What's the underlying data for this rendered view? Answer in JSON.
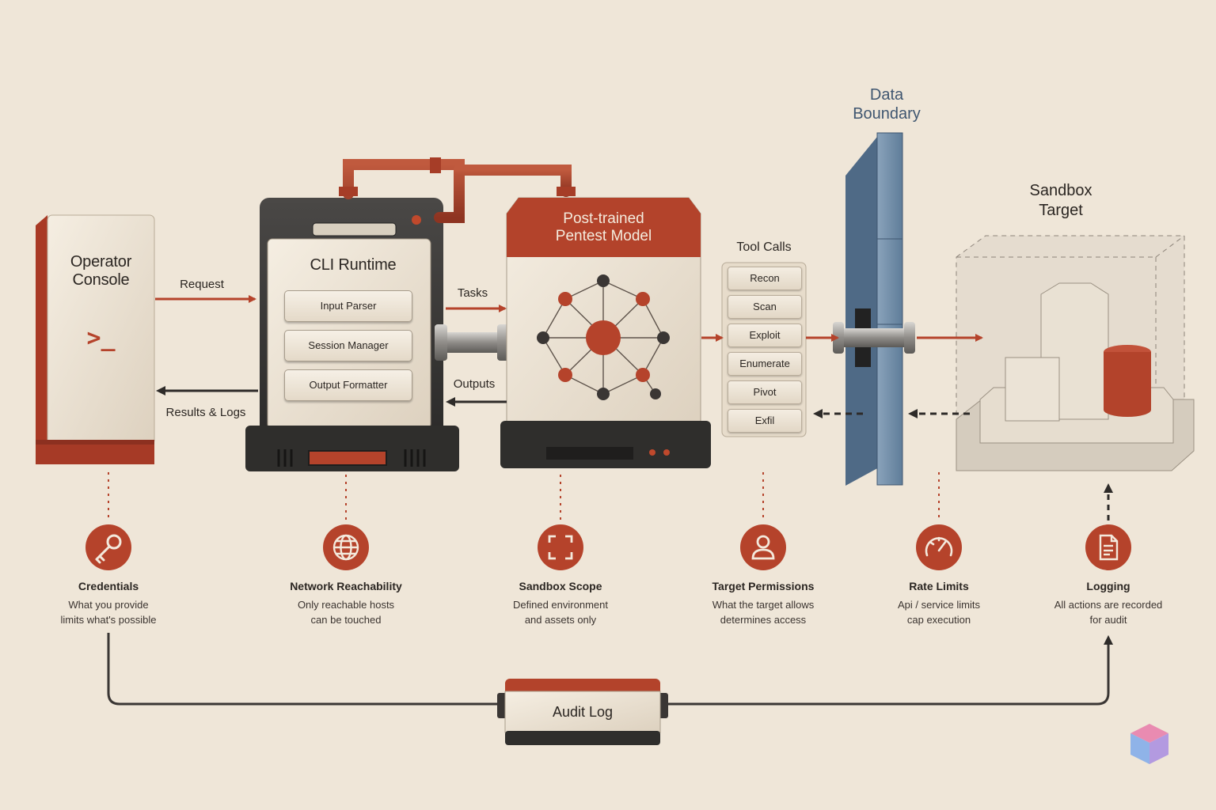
{
  "nodes": {
    "operator_console": {
      "line1": "Operator",
      "line2": "Console",
      "prompt": ">_"
    },
    "cli_runtime": {
      "title": "CLI Runtime",
      "modules": [
        "Input Parser",
        "Session Manager",
        "Output Formatter"
      ]
    },
    "pentest_model": {
      "line1": "Post-trained",
      "line2": "Pentest Model"
    },
    "tool_calls": {
      "title": "Tool Calls",
      "items": [
        "Recon",
        "Scan",
        "Exploit",
        "Enumerate",
        "Pivot",
        "Exfil"
      ]
    },
    "data_boundary": {
      "line1": "Data",
      "line2": "Boundary"
    },
    "sandbox_target": {
      "line1": "Sandbox",
      "line2": "Target"
    },
    "audit_log": {
      "label": "Audit Log"
    }
  },
  "edges": {
    "request": "Request",
    "results_logs": "Results & Logs",
    "tasks": "Tasks",
    "outputs": "Outputs"
  },
  "constraints": [
    {
      "icon": "key-icon",
      "title": "Credentials",
      "desc1": "What you provide",
      "desc2": "limits what's possible"
    },
    {
      "icon": "globe-icon",
      "title": "Network Reachability",
      "desc1": "Only reachable hosts",
      "desc2": "can be touched"
    },
    {
      "icon": "scope-icon",
      "title": "Sandbox Scope",
      "desc1": "Defined environment",
      "desc2": "and assets only"
    },
    {
      "icon": "user-icon",
      "title": "Target Permissions",
      "desc1": "What the target allows",
      "desc2": "determines access"
    },
    {
      "icon": "gauge-icon",
      "title": "Rate Limits",
      "desc1": "Api / service limits",
      "desc2": "cap execution"
    },
    {
      "icon": "document-icon",
      "title": "Logging",
      "desc1": "All actions are recorded",
      "desc2": "for audit"
    }
  ],
  "colors": {
    "background": "#efe6d8",
    "accent_red": "#b5432b",
    "dark_metal": "#3b3a38",
    "cream_panel": "#ede4d4",
    "boundary_blue": "#6e8aa6",
    "ink": "#2b2622"
  }
}
